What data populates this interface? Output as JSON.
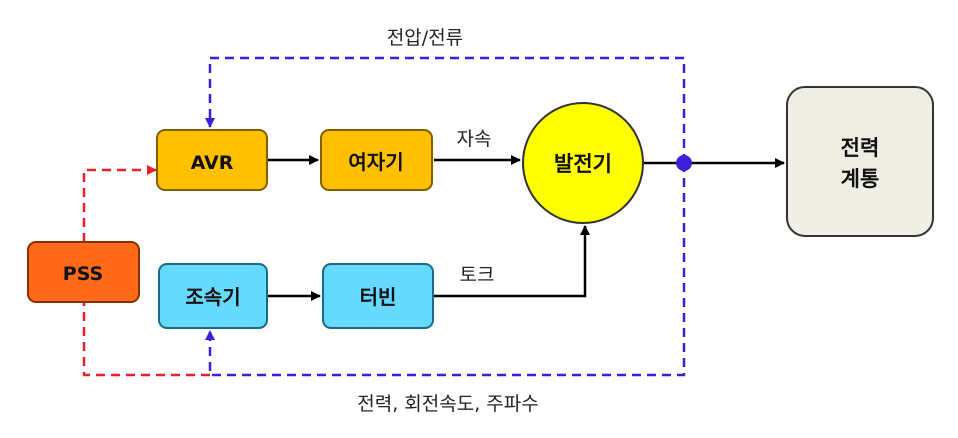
{
  "nodes": {
    "avr": {
      "label": "AVR",
      "fill": "#FFC000",
      "stroke": "#7F5F00"
    },
    "exciter": {
      "label": "여자기",
      "fill": "#FFC000",
      "stroke": "#7F5F00"
    },
    "generator": {
      "label": "발전기",
      "fill": "#FFFF00",
      "stroke": "#333333"
    },
    "grid": {
      "line1": "전력",
      "line2": "계통",
      "fill": "#EEEEE4",
      "stroke": "#333333"
    },
    "pss": {
      "label": "PSS",
      "fill": "#FF6A1A",
      "stroke": "#8A3000"
    },
    "governor": {
      "label": "조속기",
      "fill": "#66D9FF",
      "stroke": "#1A6A85"
    },
    "turbine": {
      "label": "터빈",
      "fill": "#66D9FF",
      "stroke": "#1A6A85"
    }
  },
  "edges": {
    "flux": "자속",
    "torque": "토크",
    "voltage_current": "전압/전류",
    "power_speed_freq": "전력, 회전속도, 주파수"
  },
  "colors": {
    "feedback": "#3D1FD9",
    "pss_signal": "#E8202A",
    "arrow": "#000000"
  }
}
